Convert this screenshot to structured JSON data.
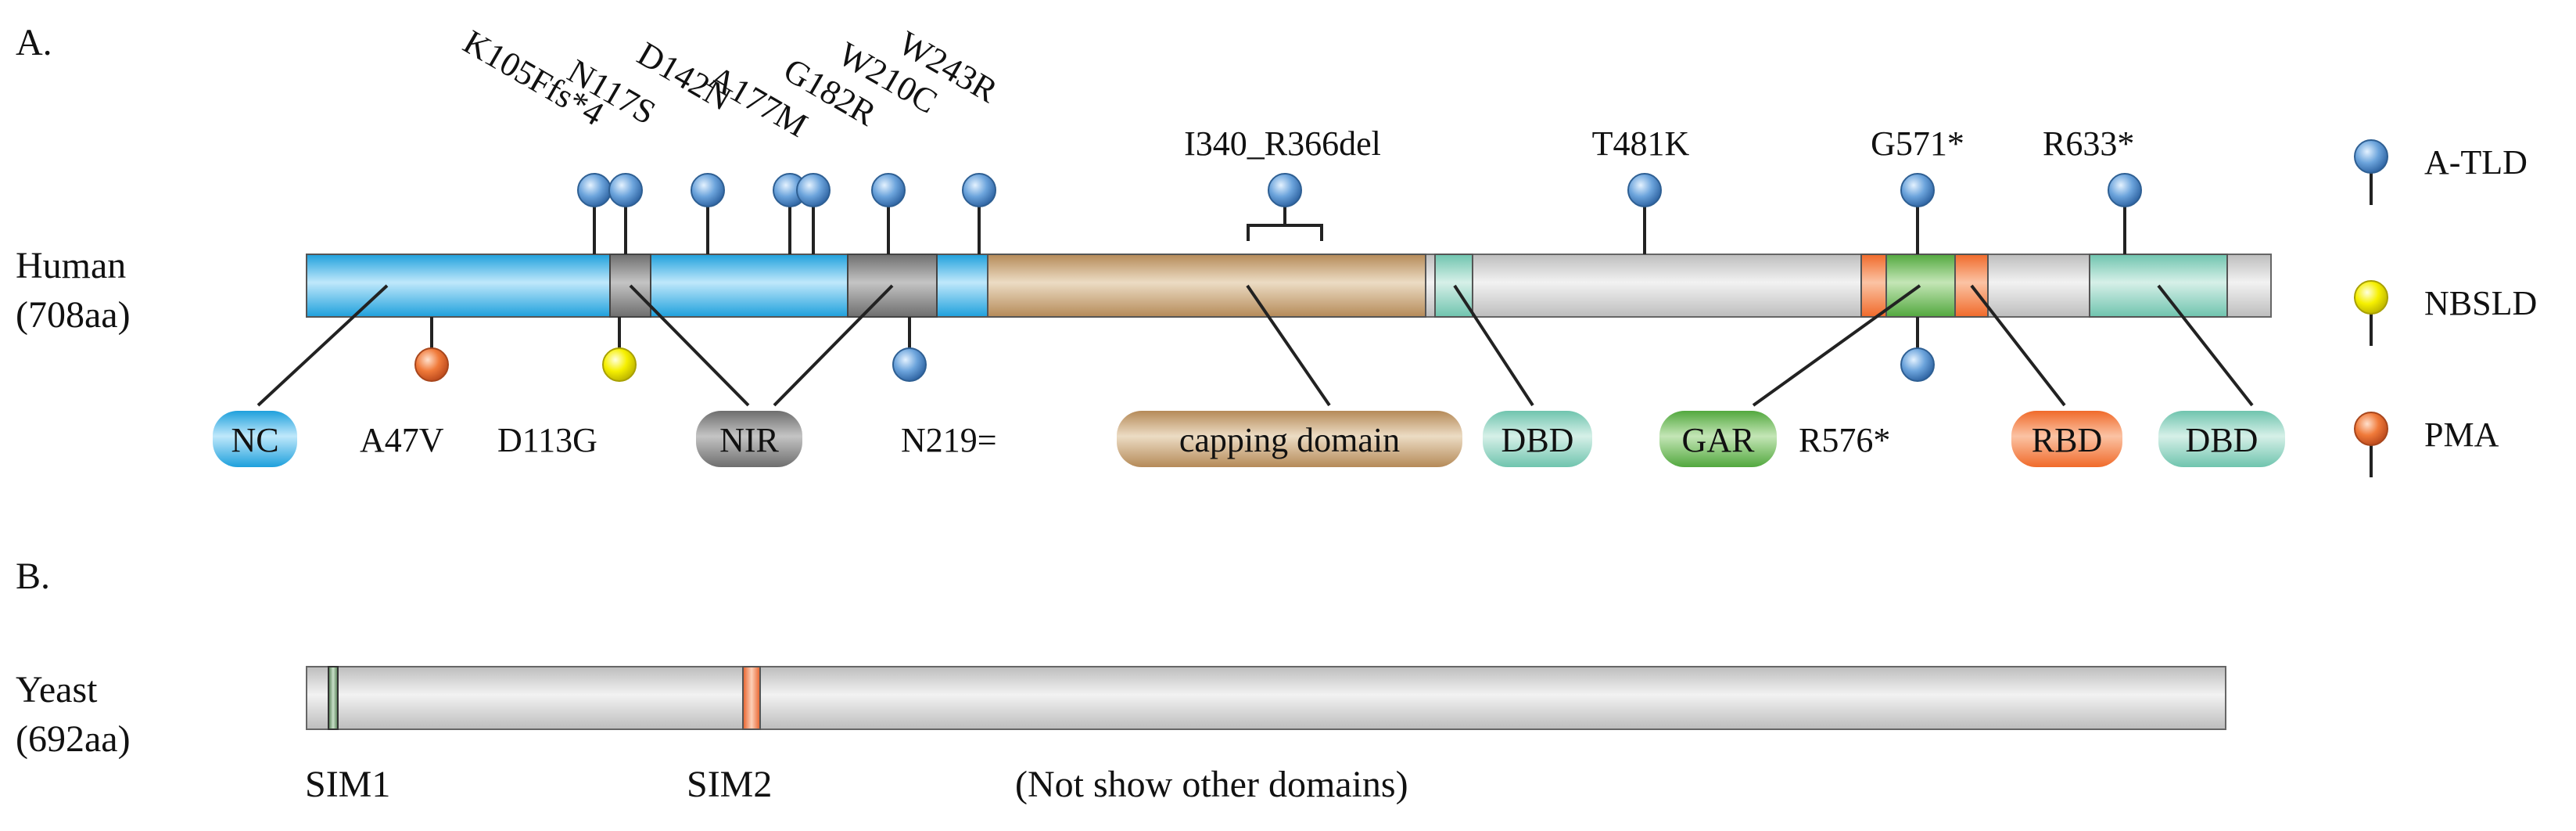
{
  "panels": {
    "a": "A.",
    "b": "B."
  },
  "human": {
    "species": "Human",
    "length": "(708aa)"
  },
  "yeast": {
    "species": "Yeast",
    "length": "(692aa)",
    "domains": [
      "SIM1",
      "SIM2"
    ],
    "note": "(Not show other domains)"
  },
  "legend": [
    {
      "label": "A-TLD",
      "color": "#4f8fd0"
    },
    {
      "label": "NBSLD",
      "color": "#f4f000"
    },
    {
      "label": "PMA",
      "color": "#f07030"
    }
  ],
  "mutations_above": [
    {
      "label": "K105Ffs*4",
      "aa": 105,
      "type": "A-TLD"
    },
    {
      "label": "N117S",
      "aa": 117,
      "type": "A-TLD"
    },
    {
      "label": "D142N",
      "aa": 142,
      "type": "A-TLD"
    },
    {
      "label": "A177M",
      "aa": 177,
      "type": "A-TLD"
    },
    {
      "label": "G182R",
      "aa": 182,
      "type": "A-TLD"
    },
    {
      "label": "W210C",
      "aa": 210,
      "type": "A-TLD"
    },
    {
      "label": "W243R",
      "aa": 243,
      "type": "A-TLD"
    },
    {
      "label": "I340_R366del",
      "aa": 353,
      "type": "A-TLD"
    },
    {
      "label": "T481K",
      "aa": 481,
      "type": "A-TLD"
    },
    {
      "label": "G571*",
      "aa": 571,
      "type": "A-TLD"
    },
    {
      "label": "R633*",
      "aa": 633,
      "type": "A-TLD"
    }
  ],
  "mutations_below": [
    {
      "label": "A47V",
      "aa": 47,
      "type": "PMA"
    },
    {
      "label": "D113G",
      "aa": 113,
      "type": "NBSLD"
    },
    {
      "label": "N219=",
      "aa": 219,
      "type": "A-TLD"
    },
    {
      "label": "R576*",
      "aa": 576,
      "type": "A-TLD"
    }
  ],
  "domain_labels": [
    "NC",
    "NIR",
    "capping domain",
    "DBD",
    "GAR",
    "RBD",
    "DBD"
  ]
}
